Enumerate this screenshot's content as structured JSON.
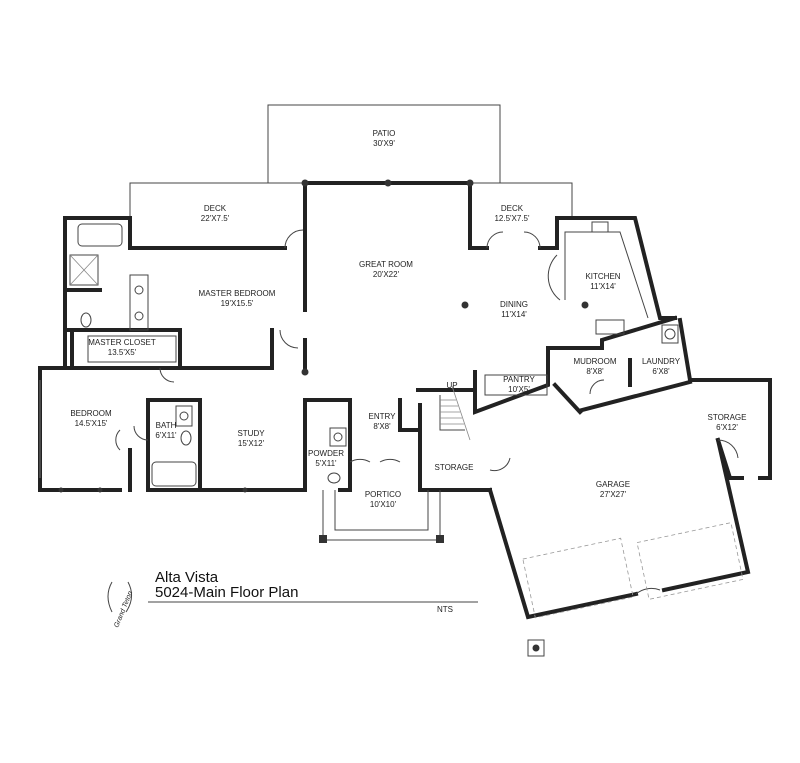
{
  "rooms": {
    "patio": {
      "name": "PATIO",
      "size": "30'X9'"
    },
    "deck_left": {
      "name": "DECK",
      "size": "22'X7.5'"
    },
    "deck_right": {
      "name": "DECK",
      "size": "12.5'X7.5'"
    },
    "great_room": {
      "name": "GREAT ROOM",
      "size": "20'X22'"
    },
    "master_bedroom": {
      "name": "MASTER BEDROOM",
      "size": "19'X15.5'"
    },
    "kitchen": {
      "name": "KITCHEN",
      "size": "11'X14'"
    },
    "dining": {
      "name": "DINING",
      "size": "11'X14'"
    },
    "master_closet": {
      "name": "MASTER CLOSET",
      "size": "13.5'X5'"
    },
    "mudroom": {
      "name": "MUDROOM",
      "size": "8'X8'"
    },
    "laundry": {
      "name": "LAUNDRY",
      "size": "6'X8'"
    },
    "pantry": {
      "name": "PANTRY",
      "size": "10'X5'"
    },
    "bedroom": {
      "name": "BEDROOM",
      "size": "14.5'X15'"
    },
    "bath": {
      "name": "BATH",
      "size": "6'X11'"
    },
    "study": {
      "name": "STUDY",
      "size": "15'X12'"
    },
    "entry": {
      "name": "ENTRY",
      "size": "8'X8'"
    },
    "powder": {
      "name": "POWDER",
      "size": "5'X11'"
    },
    "storage_center": {
      "name": "STORAGE"
    },
    "storage_right": {
      "name": "STORAGE",
      "size": "6'X12'"
    },
    "garage": {
      "name": "GARAGE",
      "size": "27'X27'"
    },
    "portico": {
      "name": "PORTICO",
      "size": "10'X10'"
    }
  },
  "stair_label": "UP",
  "title": {
    "line1": "Alta Vista",
    "line2": "5024-Main Floor Plan"
  },
  "scale_note": "NTS",
  "logo_text": "Grand Teton",
  "colors": {
    "wall": "#222222",
    "background": "#ffffff"
  }
}
